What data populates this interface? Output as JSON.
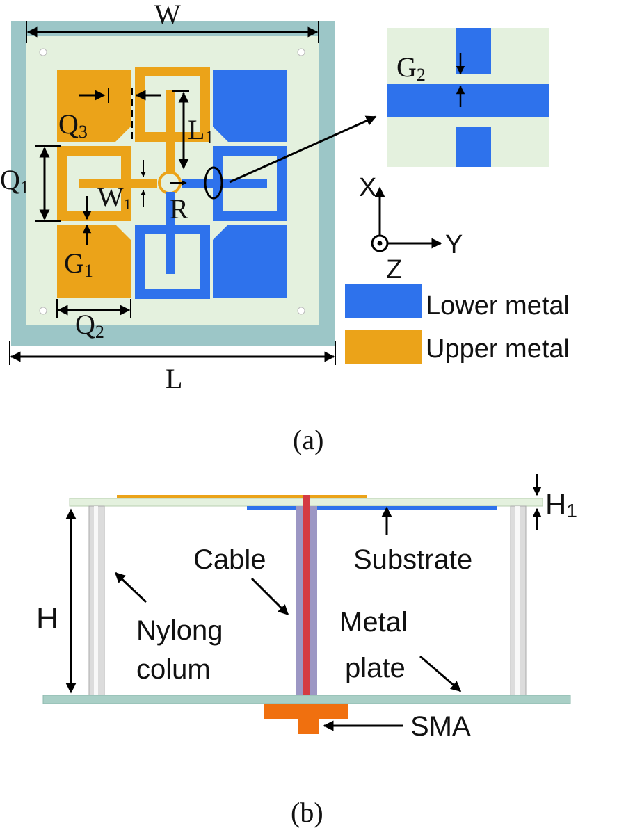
{
  "colors": {
    "upper_metal": "#EBA319",
    "lower_metal": "#2E72EC",
    "substrate": "#E4F1DE",
    "frame": "#9CC6C7",
    "column": "#DCDCDC",
    "cable_sheath": "#9C97C4",
    "cable_core": "#D43B43",
    "sma": "#F0700F",
    "ground_plate": "#A9CFC6"
  },
  "figure_a": {
    "caption": "(a)",
    "dims": {
      "W": "W",
      "L": "L",
      "Q1": "Q",
      "Q1_sub": "1",
      "Q2": "Q",
      "Q2_sub": "2",
      "Q3": "Q",
      "Q3_sub": "3",
      "L1": "L",
      "L1_sub": "1",
      "W1": "W",
      "W1_sub": "1",
      "G1": "G",
      "G1_sub": "1",
      "G2": "G",
      "G2_sub": "2",
      "R": "R"
    },
    "axes": {
      "x": "X",
      "y": "Y",
      "z": "Z"
    },
    "legend": [
      {
        "key": "lower",
        "label": "Lower metal"
      },
      {
        "key": "upper",
        "label": "Upper metal"
      }
    ]
  },
  "figure_b": {
    "caption": "(b)",
    "labels": {
      "H": "H",
      "H1": "H",
      "H1_sub": "1",
      "cable": "Cable",
      "substrate": "Substrate",
      "nylong_line1": "Nylong",
      "nylong_line2": "colum",
      "metal_line1": "Metal",
      "metal_line2": "plate",
      "sma": "SMA"
    }
  }
}
